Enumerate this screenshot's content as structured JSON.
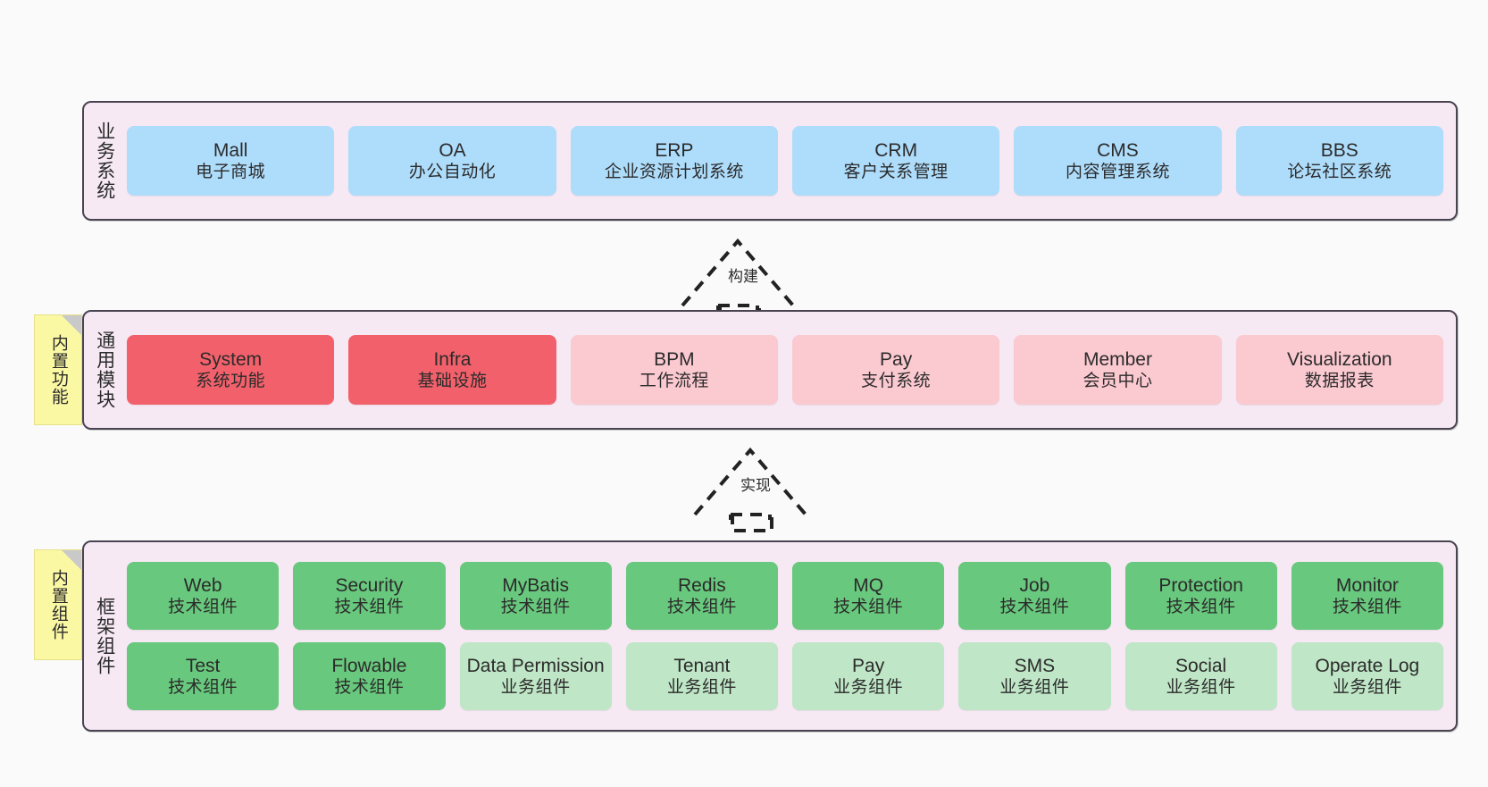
{
  "diagram": {
    "title_semantic": "layered-architecture-diagram",
    "colors": {
      "canvas_bg": "#fafafa",
      "layer_bg": "#f6e9f4",
      "layer_border": "#4a4452",
      "business_node": "#aedcfb",
      "module_core_node": "#f2616b",
      "module_node": "#fbc9d0",
      "framework_tech_node": "#68c87d",
      "framework_biz_node": "#bfe6c6",
      "note_bg": "#fbf8a4"
    }
  },
  "layers": [
    {
      "id": "business-system",
      "title": "业务系统",
      "rows": [
        {
          "nodes": [
            {
              "en": "Mall",
              "cn": "电子商城",
              "style": "c-blue"
            },
            {
              "en": "OA",
              "cn": "办公自动化",
              "style": "c-blue"
            },
            {
              "en": "ERP",
              "cn": "企业资源计划系统",
              "style": "c-blue"
            },
            {
              "en": "CRM",
              "cn": "客户关系管理",
              "style": "c-blue"
            },
            {
              "en": "CMS",
              "cn": "内容管理系统",
              "style": "c-blue"
            },
            {
              "en": "BBS",
              "cn": "论坛社区系统",
              "style": "c-blue"
            }
          ]
        }
      ]
    },
    {
      "id": "common-module",
      "title": "通用模块",
      "note": "内置功能",
      "rows": [
        {
          "nodes": [
            {
              "en": "System",
              "cn": "系统功能",
              "style": "c-red-strong"
            },
            {
              "en": "Infra",
              "cn": "基础设施",
              "style": "c-red-strong"
            },
            {
              "en": "BPM",
              "cn": "工作流程",
              "style": "c-red-light"
            },
            {
              "en": "Pay",
              "cn": "支付系统",
              "style": "c-red-light"
            },
            {
              "en": "Member",
              "cn": "会员中心",
              "style": "c-red-light"
            },
            {
              "en": "Visualization",
              "cn": "数据报表",
              "style": "c-red-light"
            }
          ]
        }
      ]
    },
    {
      "id": "framework-component",
      "title": "框架组件",
      "note": "内置组件",
      "rows": [
        {
          "nodes": [
            {
              "en": "Web",
              "cn": "技术组件",
              "style": "c-green-strong"
            },
            {
              "en": "Security",
              "cn": "技术组件",
              "style": "c-green-strong"
            },
            {
              "en": "MyBatis",
              "cn": "技术组件",
              "style": "c-green-strong"
            },
            {
              "en": "Redis",
              "cn": "技术组件",
              "style": "c-green-strong"
            },
            {
              "en": "MQ",
              "cn": "技术组件",
              "style": "c-green-strong"
            },
            {
              "en": "Job",
              "cn": "技术组件",
              "style": "c-green-strong"
            },
            {
              "en": "Protection",
              "cn": "技术组件",
              "style": "c-green-strong"
            },
            {
              "en": "Monitor",
              "cn": "技术组件",
              "style": "c-green-strong"
            }
          ]
        },
        {
          "nodes": [
            {
              "en": "Test",
              "cn": "技术组件",
              "style": "c-green-strong"
            },
            {
              "en": "Flowable",
              "cn": "技术组件",
              "style": "c-green-strong"
            },
            {
              "en": "Data Permission",
              "cn": "业务组件",
              "style": "c-green-light"
            },
            {
              "en": "Tenant",
              "cn": "业务组件",
              "style": "c-green-light"
            },
            {
              "en": "Pay",
              "cn": "业务组件",
              "style": "c-green-light"
            },
            {
              "en": "SMS",
              "cn": "业务组件",
              "style": "c-green-light"
            },
            {
              "en": "Social",
              "cn": "业务组件",
              "style": "c-green-light"
            },
            {
              "en": "Operate Log",
              "cn": "业务组件",
              "style": "c-green-light"
            }
          ]
        }
      ]
    }
  ],
  "connectors": [
    {
      "id": "build",
      "label": "构建",
      "from": "common-module",
      "to": "business-system"
    },
    {
      "id": "implement",
      "label": "实现",
      "from": "framework-component",
      "to": "common-module"
    }
  ]
}
